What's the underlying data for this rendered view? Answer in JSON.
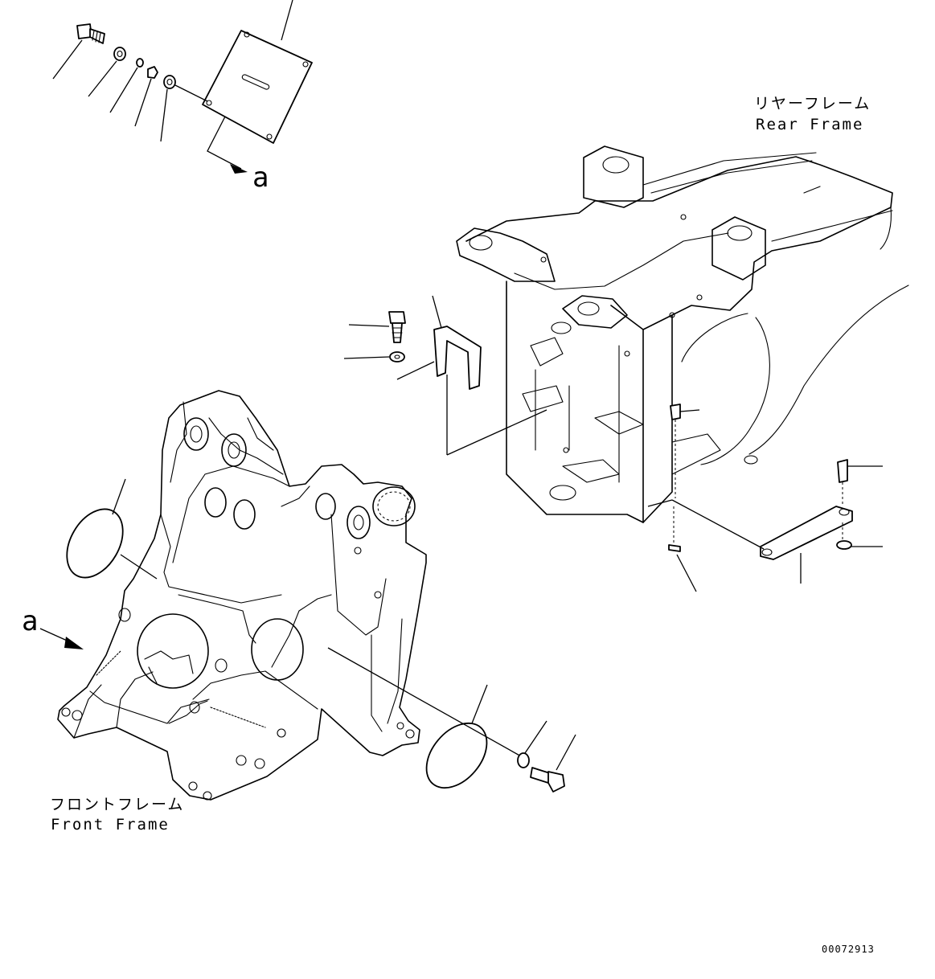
{
  "labels": {
    "rear_frame_jp": "リヤーフレーム",
    "rear_frame_en": "Rear Frame",
    "front_frame_jp": "フロントフレーム",
    "front_frame_en": "Front Frame",
    "view_ref_top": "a",
    "view_ref_left": "a",
    "drawing_number": "00072913"
  }
}
